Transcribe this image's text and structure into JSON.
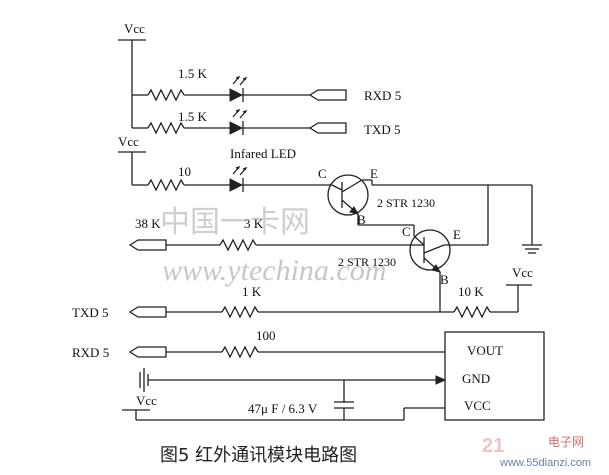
{
  "labels": {
    "vcc_top": "Vcc",
    "vcc_mid": "Vcc",
    "vcc_right": "Vcc",
    "vcc_bottom": "Vcc",
    "r1": "1.5 K",
    "r2": "1.5 K",
    "r3": "10",
    "r4": "38 K",
    "r5": "3 K",
    "r6": "1 K",
    "r7": "10 K",
    "r8": "100",
    "led_label": "Infared LED",
    "rxd_out": "RXD  5",
    "txd_out": "TXD  5",
    "txd_in": "TXD  5",
    "rxd_in": "RXD  5",
    "q1_c": "C",
    "q1_e": "E",
    "q1_b": "B",
    "q1_name": "2 STR  1230",
    "q2_c": "C",
    "q2_e": "E",
    "q2_b": "B",
    "q2_name": "2 STR  1230",
    "module_vout": "VOUT",
    "module_gnd": "GND",
    "module_vcc": "VCC",
    "cap": "47μ F / 6.3 V"
  },
  "caption": "图5  红外通讯模块电路图",
  "watermark": {
    "url": "www.ytechina.com",
    "cn": "中国一卡网"
  },
  "logo": {
    "number": "21",
    "cn": "电子网",
    "url": "www.55dianzi.com"
  }
}
